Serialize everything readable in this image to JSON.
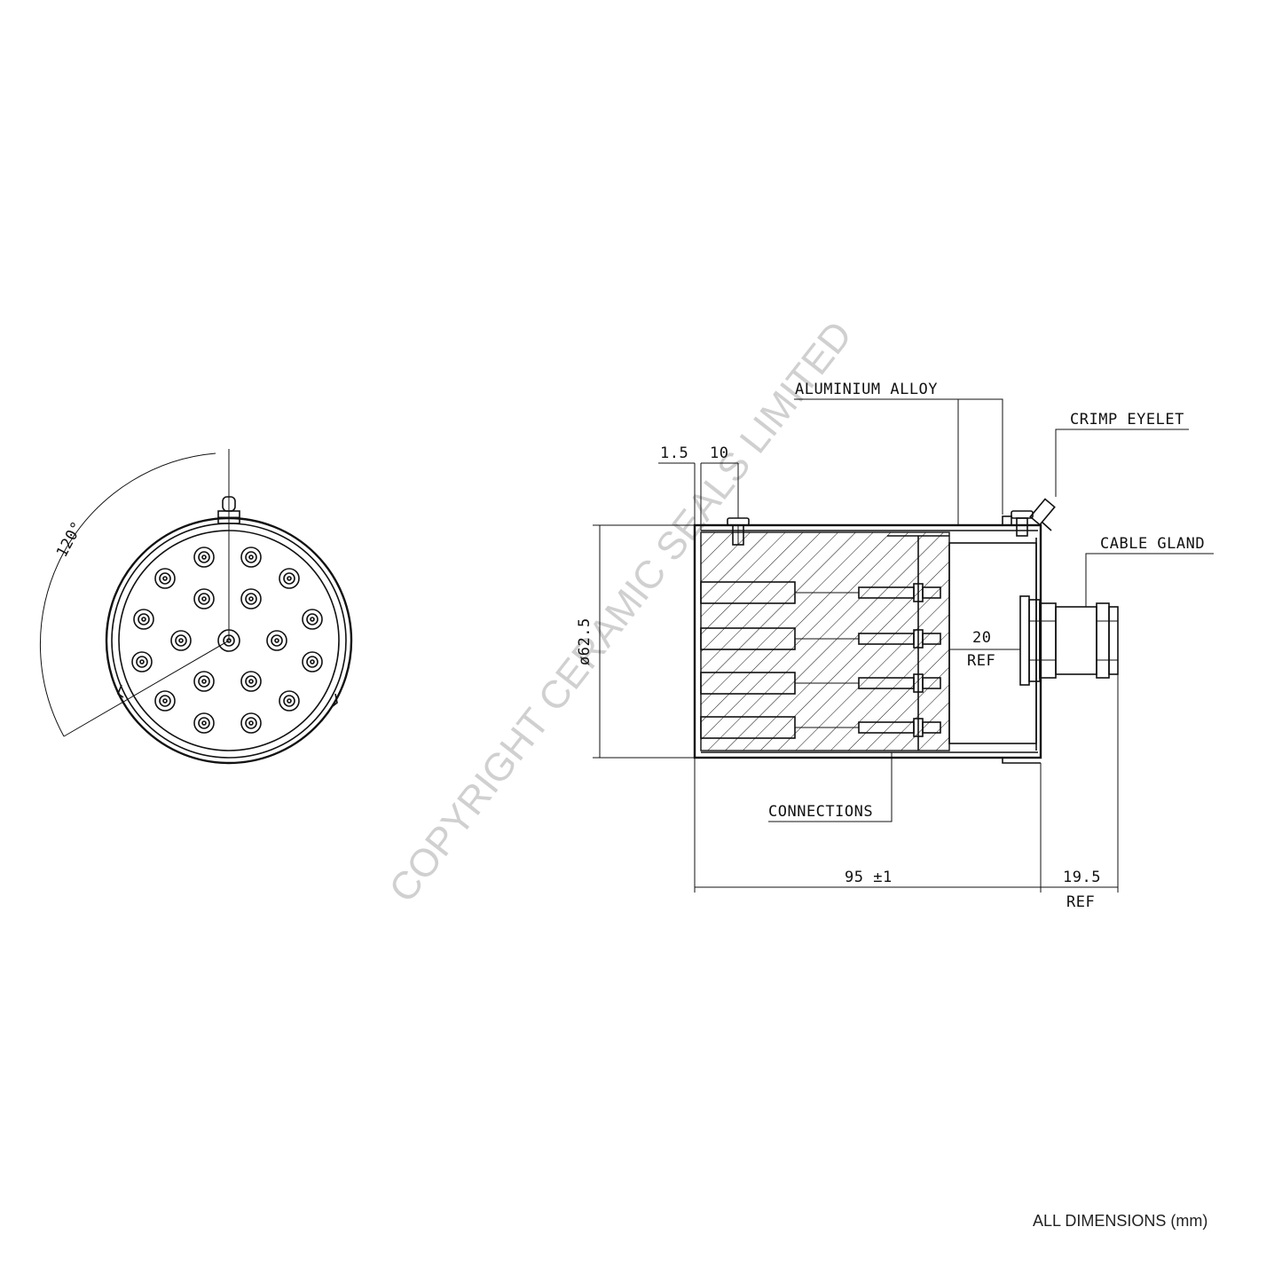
{
  "labels": {
    "aluminium_alloy": "ALUMINIUM ALLOY",
    "crimp_eyelet": "CRIMP EYELET",
    "cable_gland": "CABLE GLAND",
    "connections": "CONNECTIONS",
    "dim_1_5": "1.5",
    "dim_10": "10",
    "dim_diameter": "ø62.5",
    "dim_20": "20",
    "dim_20_ref": "REF",
    "dim_95": "95 ±1",
    "dim_19_5": "19.5",
    "dim_19_5_ref": "REF",
    "angle": "120°"
  },
  "watermark": "COPYRIGHT CERAMIC SEALS LIMITED",
  "footer_note": "ALL DIMENSIONS (mm)",
  "colors": {
    "line": "#111111",
    "watermark": "#d0d0d0",
    "background": "#ffffff"
  }
}
